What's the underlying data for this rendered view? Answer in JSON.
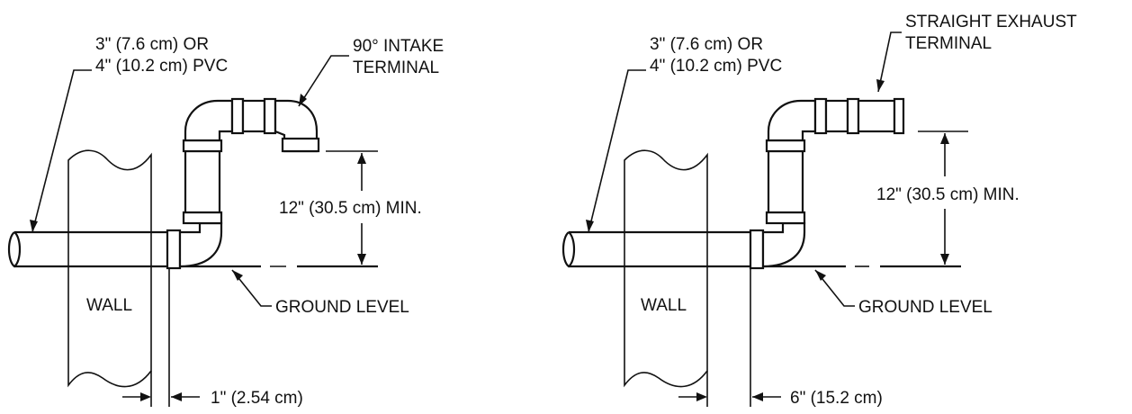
{
  "left_panel": {
    "pipe_label_line1": "3\" (7.6 cm) OR",
    "pipe_label_line2": "4\" (10.2 cm) PVC",
    "terminal_label_line1": "90° INTAKE",
    "terminal_label_line2": "TERMINAL",
    "height_label": "12\" (30.5 cm) MIN.",
    "wall_label": "WALL",
    "ground_label": "GROUND LEVEL",
    "clearance_label": "1\" (2.54 cm)"
  },
  "right_panel": {
    "pipe_label_line1": "3\" (7.6 cm) OR",
    "pipe_label_line2": "4\" (10.2 cm) PVC",
    "terminal_label_line1": "STRAIGHT EXHAUST",
    "terminal_label_line2": "TERMINAL",
    "height_label": "12\" (30.5 cm) MIN.",
    "wall_label": "WALL",
    "ground_label": "GROUND LEVEL",
    "clearance_label": "6\" (15.2 cm)"
  }
}
